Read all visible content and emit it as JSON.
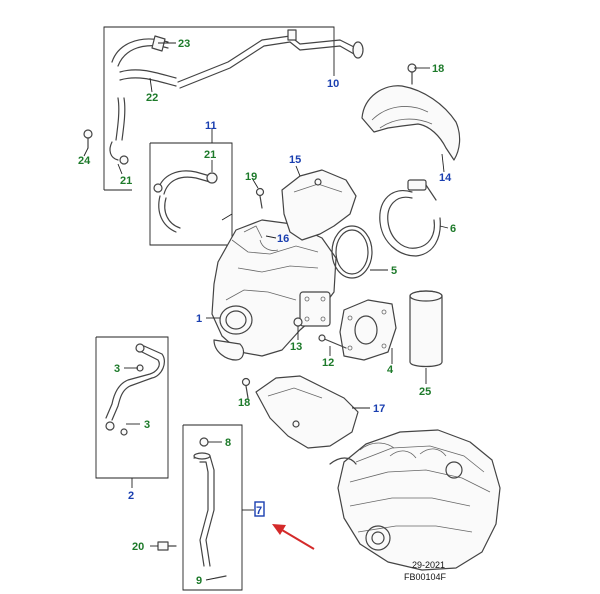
{
  "callouts": [
    {
      "id": "1",
      "label": "1",
      "color": "#1a3fb0"
    },
    {
      "id": "2",
      "label": "2",
      "color": "#1a3fb0"
    },
    {
      "id": "3a",
      "label": "3",
      "color": "#1d7a2a"
    },
    {
      "id": "3b",
      "label": "3",
      "color": "#1d7a2a"
    },
    {
      "id": "4",
      "label": "4",
      "color": "#1d7a2a"
    },
    {
      "id": "5",
      "label": "5",
      "color": "#1d7a2a"
    },
    {
      "id": "6",
      "label": "6",
      "color": "#1d7a2a"
    },
    {
      "id": "7",
      "label": "7",
      "color": "#1a3fb0"
    },
    {
      "id": "8",
      "label": "8",
      "color": "#1d7a2a"
    },
    {
      "id": "9",
      "label": "9",
      "color": "#1d7a2a"
    },
    {
      "id": "10",
      "label": "10",
      "color": "#1a3fb0"
    },
    {
      "id": "11",
      "label": "11",
      "color": "#1a3fb0"
    },
    {
      "id": "12",
      "label": "12",
      "color": "#1d7a2a"
    },
    {
      "id": "13",
      "label": "13",
      "color": "#1d7a2a"
    },
    {
      "id": "14",
      "label": "14",
      "color": "#1a3fb0"
    },
    {
      "id": "15",
      "label": "15",
      "color": "#1a3fb0"
    },
    {
      "id": "16",
      "label": "16",
      "color": "#1a3fb0"
    },
    {
      "id": "17",
      "label": "17",
      "color": "#1a3fb0"
    },
    {
      "id": "18a",
      "label": "18",
      "color": "#1d7a2a"
    },
    {
      "id": "18b",
      "label": "18",
      "color": "#1d7a2a"
    },
    {
      "id": "19",
      "label": "19",
      "color": "#1d7a2a"
    },
    {
      "id": "20",
      "label": "20",
      "color": "#1d7a2a"
    },
    {
      "id": "21a",
      "label": "21",
      "color": "#1d7a2a"
    },
    {
      "id": "21b",
      "label": "21",
      "color": "#1d7a2a"
    },
    {
      "id": "22",
      "label": "22",
      "color": "#1d7a2a"
    },
    {
      "id": "23",
      "label": "23",
      "color": "#1d7a2a"
    },
    {
      "id": "24",
      "label": "24",
      "color": "#1d7a2a"
    },
    {
      "id": "25",
      "label": "25",
      "color": "#1d7a2a"
    }
  ],
  "footer": {
    "date": "29-2021",
    "code": "FB00104F"
  },
  "colors": {
    "arrow": "#d42a2a",
    "highlight": "#1a3fb0"
  }
}
